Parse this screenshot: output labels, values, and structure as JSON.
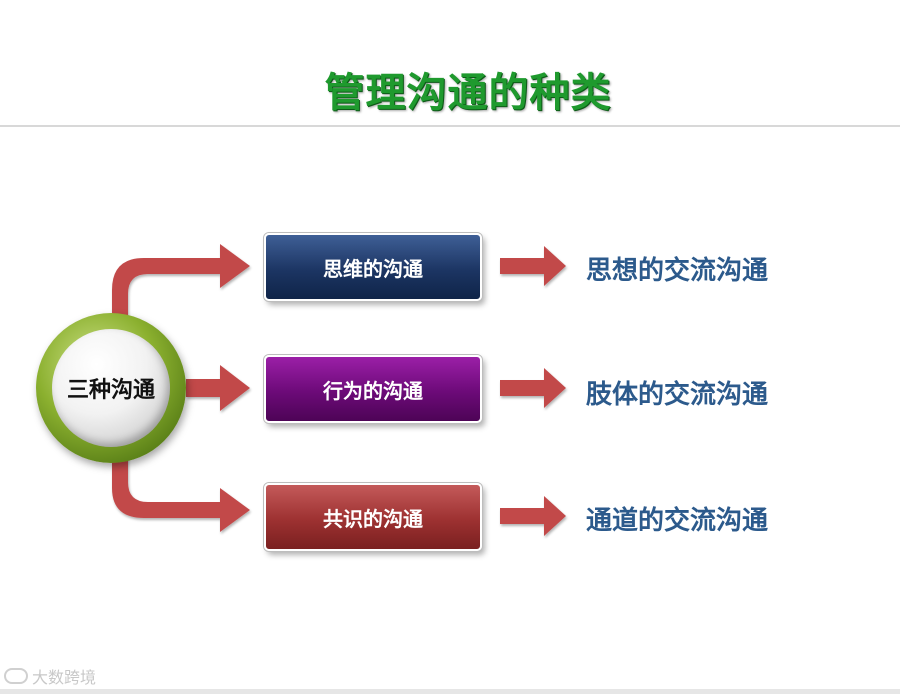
{
  "title": "管理沟通的种类",
  "hub": {
    "label": "三种沟通"
  },
  "types": [
    {
      "label": "思维的沟通",
      "result": "思想的交流沟通"
    },
    {
      "label": "行为的沟通",
      "result": "肢体的交流沟通"
    },
    {
      "label": "共识的沟通",
      "result": "通道的交流沟通"
    }
  ],
  "watermark": "大数跨境",
  "colors": {
    "title": "#1f9a2e",
    "connector": "#c24a4a",
    "box_1": "#1c3563",
    "box_2": "#6c0a78",
    "box_3": "#9d3131",
    "result_text": "#2c5a8c",
    "hub_ring": "#8bb02f"
  },
  "icons": [
    "right-arrow-icon",
    "watermark-logo-icon"
  ]
}
